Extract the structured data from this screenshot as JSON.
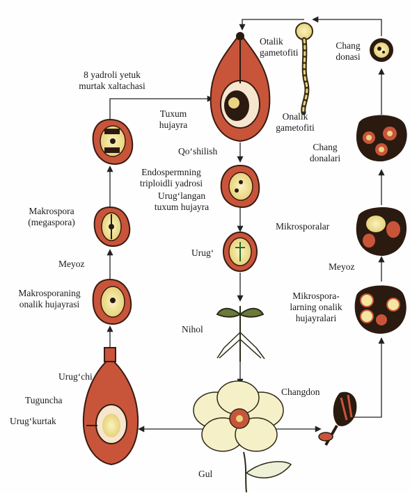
{
  "labels": {
    "otalik_gametofiti": [
      "Otalik",
      "gametofiti"
    ],
    "chang_donasi": [
      "Chang",
      "donasi"
    ],
    "yetuk_murtak": [
      "8 yadroli yetuk",
      "murtak xaltachasi"
    ],
    "tuxum_hujayra": [
      "Tuxum",
      "hujayra"
    ],
    "onalik_gametofiti": [
      "Onalik",
      "gametofiti"
    ],
    "qoshilish": "Qo‘shilish",
    "chang_donalari": [
      "Chang",
      "donalari"
    ],
    "endosperm": [
      "Endospermning",
      "triploidli yadrosi"
    ],
    "urug_langan": [
      "Urug‘langan",
      "tuxum hujayra"
    ],
    "makrospora": [
      "Makrospora",
      "(megaspora)"
    ],
    "mikrosporalar": "Mikrosporalar",
    "urug": "Urug‘",
    "meyoz_left": "Meyoz",
    "meyoz_right": "Meyoz",
    "makrosporaning": [
      "Makrosporaning",
      "onalik hujayrasi"
    ],
    "mikrospora_onalik": [
      "Mikrospora-",
      "larning onalik",
      "hujayralari"
    ],
    "nihol": "Nihol",
    "urugchi": "Urug‘chi",
    "changdon": "Changdon",
    "tuguncha": "Tuguncha",
    "urugkurtak": "Urug‘kurtak",
    "gul": "Gul"
  },
  "colors": {
    "ovule_red": "#c8553a",
    "ovule_dark": "#3a1a12",
    "cell_yellow": "#f2e6a0",
    "anther_dark": "#2a1a10",
    "flower_cream": "#f6f0c8",
    "arrow": "#222222"
  }
}
